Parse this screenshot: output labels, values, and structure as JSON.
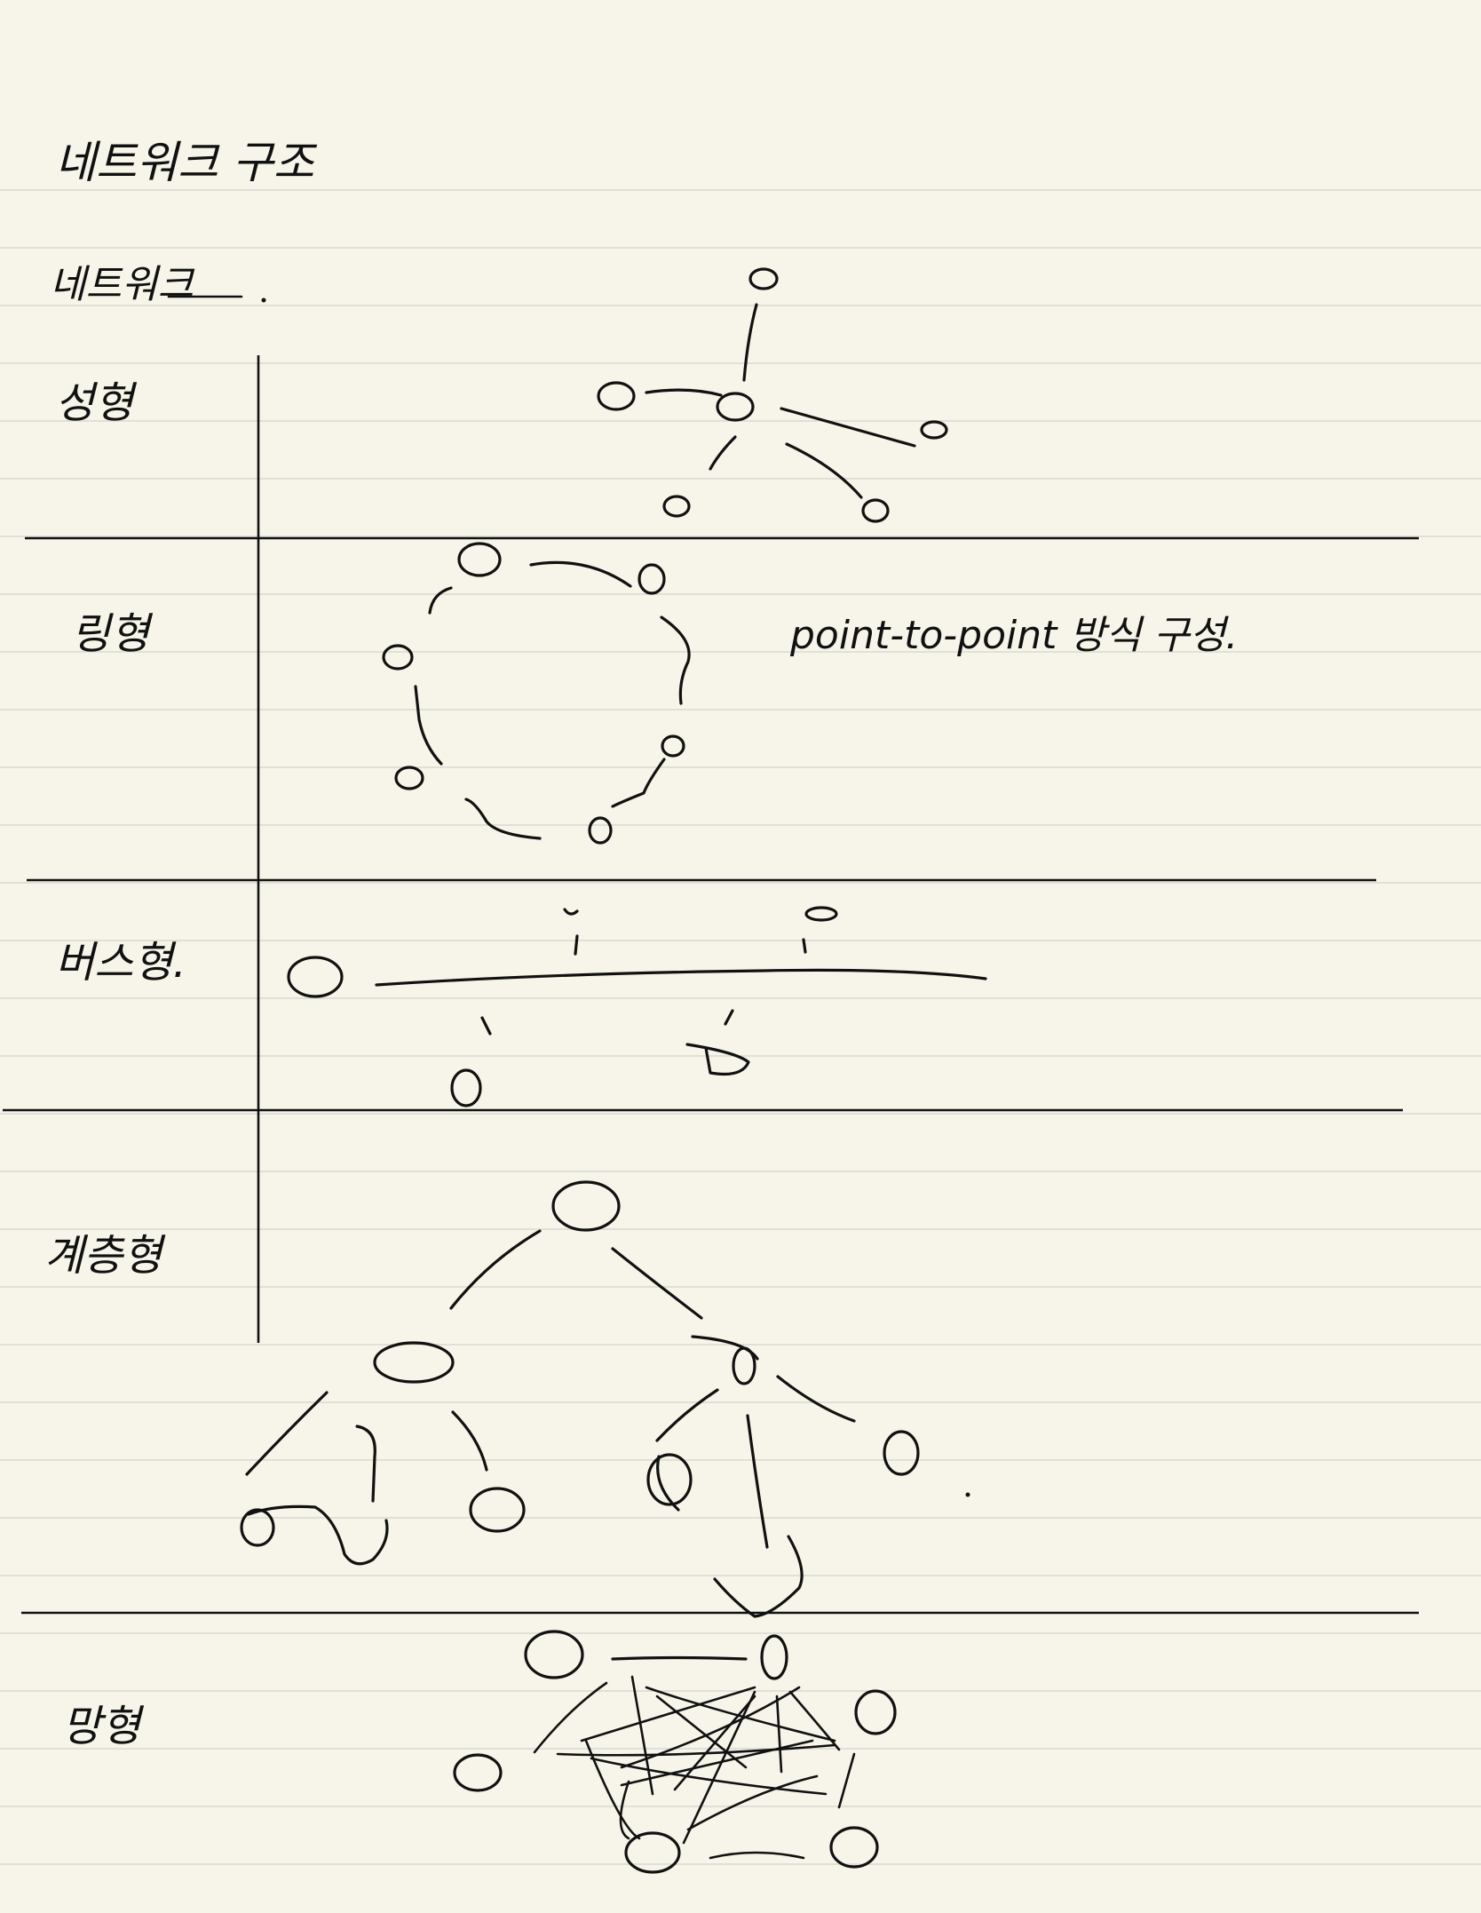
{
  "page": {
    "title": "네트워크 구조",
    "subtitle": "네트워크"
  },
  "rows": [
    {
      "label": "성형"
    },
    {
      "label": "링형",
      "note": "point-to-point 방식 구성."
    },
    {
      "label": "버스형."
    },
    {
      "label": "계층형"
    },
    {
      "label": "망형"
    }
  ],
  "colors": {
    "paper": "#f7f5ea",
    "ruled_line": "#d9d9d0",
    "ink": "#111111"
  }
}
